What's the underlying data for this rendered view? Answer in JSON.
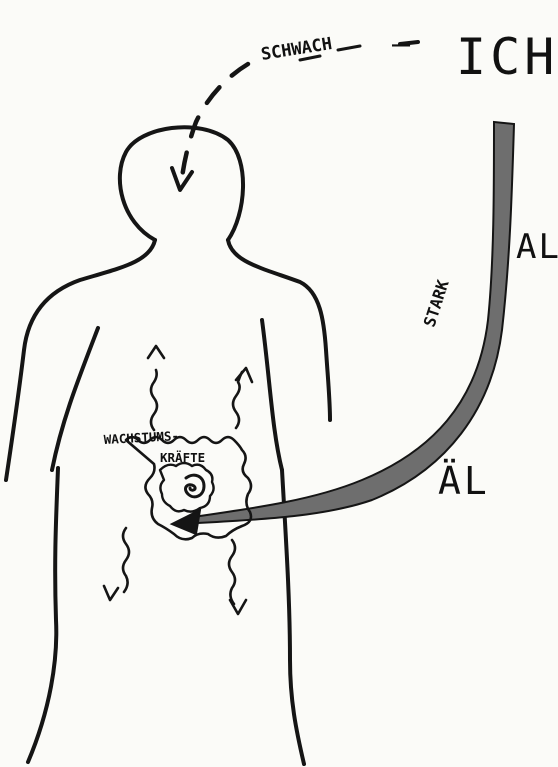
{
  "labels": {
    "ich": "ICH",
    "schwach": "SCHWACH",
    "dash": "–",
    "stark": "STARK",
    "al": "AL",
    "ael": "ÄL",
    "wachstums": "WACHSTUMS-",
    "kraefte": "KRÄFTE"
  },
  "colors": {
    "ink": "#151515",
    "paper": "#fbfbf8",
    "stream_gray": "#6e6e6e"
  }
}
